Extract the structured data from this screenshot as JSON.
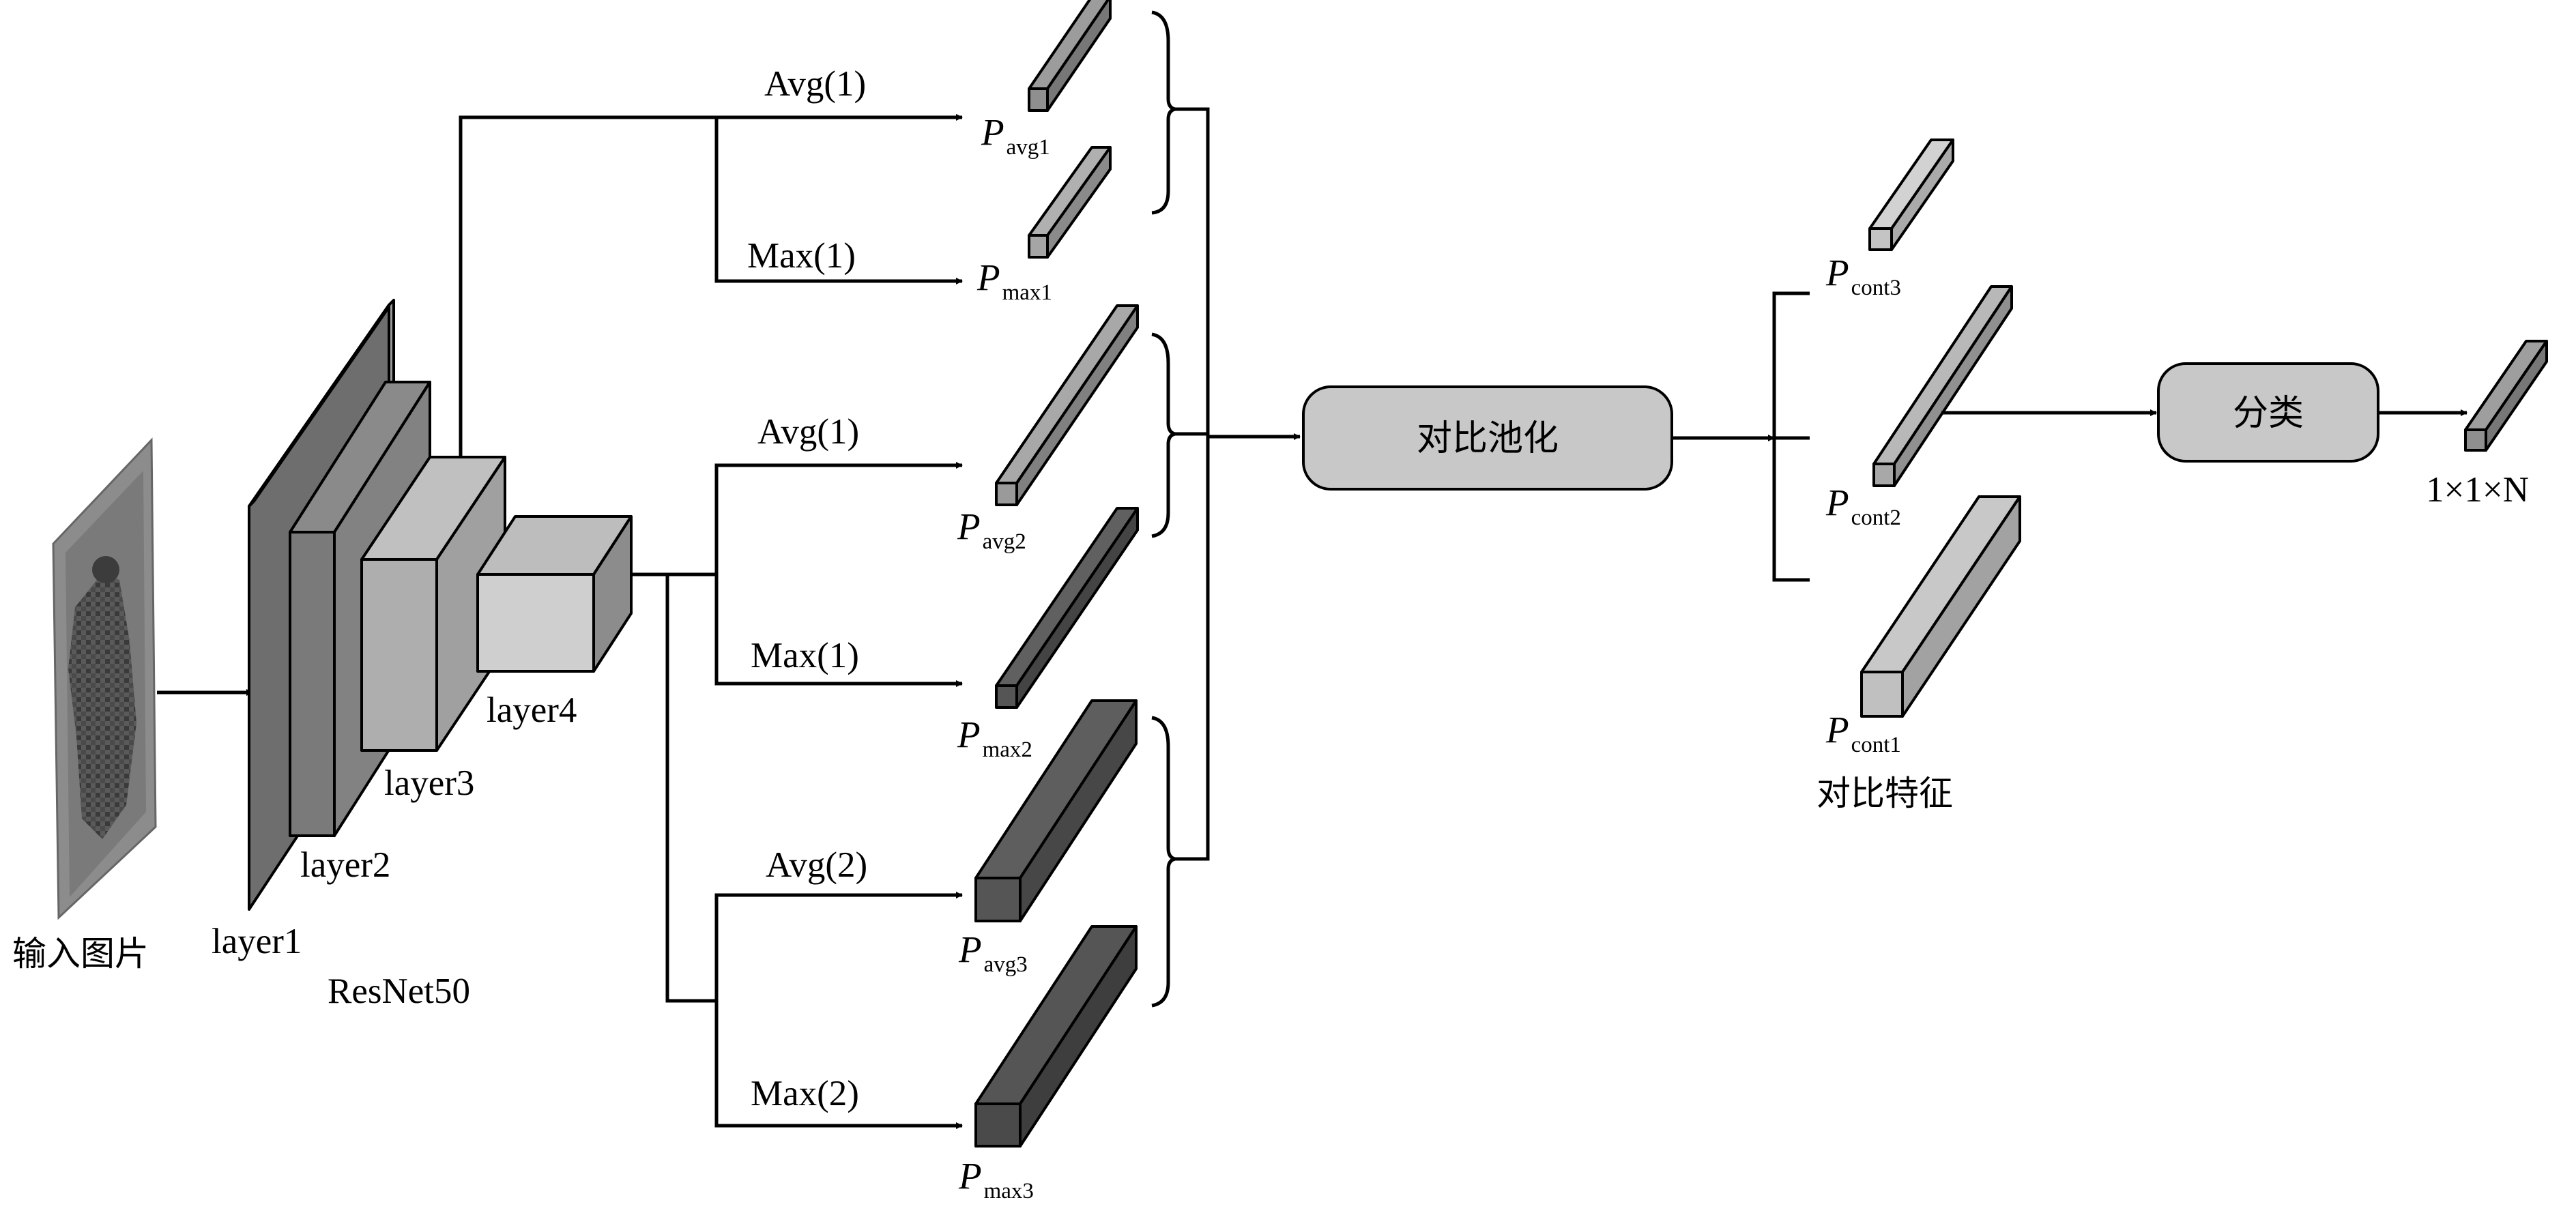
{
  "input": {
    "label": "输入图片"
  },
  "backbone": {
    "name": "ResNet50",
    "layers": [
      "layer1",
      "layer2",
      "layer3",
      "layer4"
    ]
  },
  "pooling_branches": [
    {
      "op": "Avg(1)",
      "symbol": "P",
      "sub": "avg1"
    },
    {
      "op": "Max(1)",
      "symbol": "P",
      "sub": "max1"
    },
    {
      "op": "Avg(1)",
      "symbol": "P",
      "sub": "avg2"
    },
    {
      "op": "Max(1)",
      "symbol": "P",
      "sub": "max2"
    },
    {
      "op": "Avg(2)",
      "symbol": "P",
      "sub": "avg3"
    },
    {
      "op": "Max(2)",
      "symbol": "P",
      "sub": "max3"
    }
  ],
  "contrast_pooling": {
    "label": "对比池化"
  },
  "contrast_features": {
    "label": "对比特征",
    "items": [
      {
        "symbol": "P",
        "sub": "cont3"
      },
      {
        "symbol": "P",
        "sub": "cont2"
      },
      {
        "symbol": "P",
        "sub": "cont1"
      }
    ]
  },
  "classifier": {
    "label": "分类"
  },
  "output": {
    "label": "1×1×N"
  },
  "colors": {
    "layer_dark": "#6e6e6e",
    "layer_mid": "#8a8a8a",
    "layer_light": "#b8b8b8",
    "layer_lightest": "#cfcfcf",
    "box_fill": "#c8c8c8",
    "bar_light": "#c4c4c4",
    "bar_mid": "#8f8f8f",
    "bar_dark": "#555555"
  }
}
